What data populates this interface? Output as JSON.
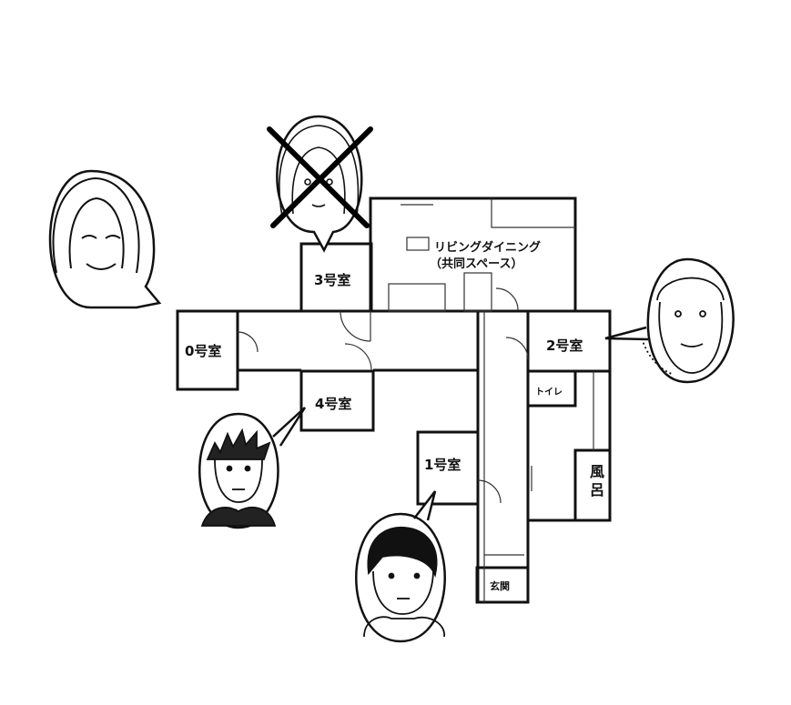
{
  "rooms": {
    "living": {
      "label": "リビングダイニング",
      "sublabel": "（共同スペース）"
    },
    "room0": {
      "label": "0号室"
    },
    "room1": {
      "label": "1号室"
    },
    "room2": {
      "label": "2号室"
    },
    "room3": {
      "label": "3号室"
    },
    "room4": {
      "label": "4号室"
    },
    "toilet": {
      "label": "トイレ"
    },
    "bath": {
      "label": "風呂"
    },
    "entrance": {
      "label": "玄関"
    }
  },
  "residents": [
    {
      "room": "0号室",
      "depiction": "hooded-smiling-face-icon"
    },
    {
      "room": "3号室",
      "depiction": "long-haired-face-icon",
      "crossed_out": true
    },
    {
      "room": "2号室",
      "depiction": "middle-aged-man-face-icon"
    },
    {
      "room": "4号室",
      "depiction": "spiky-hair-boy-face-icon"
    },
    {
      "room": "1号室",
      "depiction": "young-man-hoodie-face-icon"
    }
  ],
  "colors": {
    "line": "#111111",
    "background": "#ffffff"
  }
}
